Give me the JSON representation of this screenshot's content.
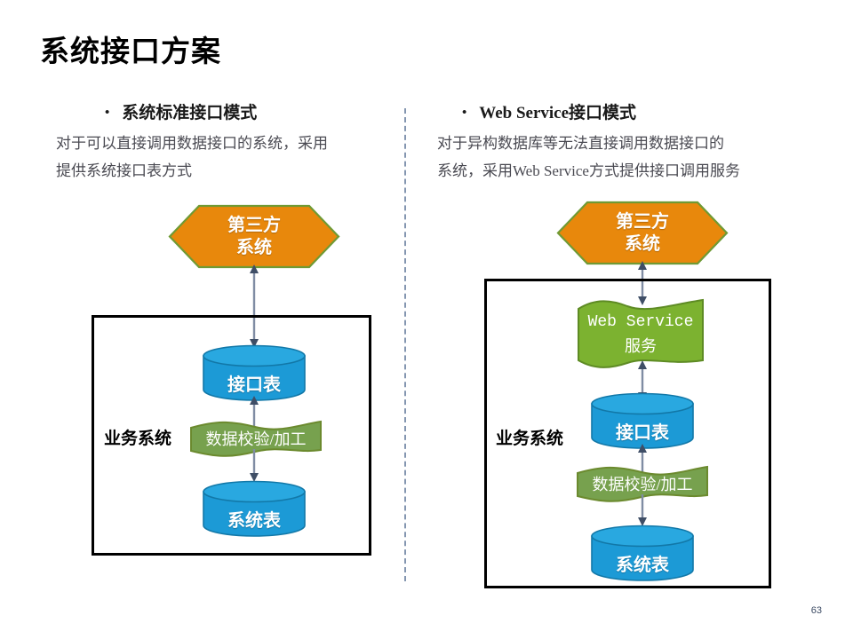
{
  "slide": {
    "title": "系统接口方案",
    "page_number": "63",
    "divider": "vertical-dashed-divider",
    "colors": {
      "orange_fill": "#E8880C",
      "orange_border": "#6F9A34",
      "blue_fill": "#1C9AD6",
      "blue_border": "#1278A8",
      "green_band_fill": "#77A14E",
      "green_band_border": "#6B8A2E",
      "green_ws_fill": "#7CB230",
      "green_ws_border": "#5E8B24",
      "connector": "#7F8CA3",
      "box_border": "#000000",
      "divider_color": "#8496B0",
      "body_text": "#4A4A52"
    }
  },
  "left_column": {
    "bullet": "•",
    "heading": "系统标准接口模式",
    "body_lines": [
      "对于可以直接调用数据接口的系统，采用",
      "提供系统接口表方式"
    ],
    "diagram": {
      "external_node": {
        "line1": "第三方",
        "line2": "系统"
      },
      "container_label": "业务系统",
      "interface_table": "接口表",
      "process_band": "数据校验/加工",
      "system_table": "系统表"
    }
  },
  "right_column": {
    "bullet": "•",
    "heading": "Web Service接口模式",
    "body_lines": [
      "对于异构数据库等无法直接调用数据接口的",
      "系统，采用Web Service方式提供接口调用服务"
    ],
    "diagram": {
      "external_node": {
        "line1": "第三方",
        "line2": "系统"
      },
      "container_label": "业务系统",
      "web_service": {
        "line1": "Web Service",
        "line2": "服务"
      },
      "interface_table": "接口表",
      "process_band": "数据校验/加工",
      "system_table": "系统表"
    }
  }
}
